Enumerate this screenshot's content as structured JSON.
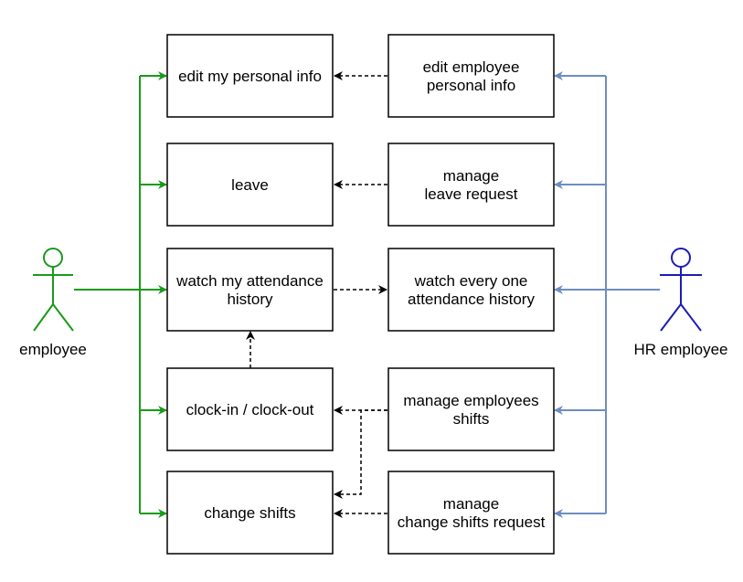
{
  "colors": {
    "employee": "#1a9a1a",
    "hr": "#6c8ebf",
    "hr_actor": "#1c1cb4",
    "dependency": "#000000",
    "box_border": "#000000"
  },
  "actors": {
    "employee": {
      "label": "employee",
      "icon": "stick-figure-icon"
    },
    "hr": {
      "label": "HR employee",
      "icon": "stick-figure-icon"
    }
  },
  "employee_use_cases": [
    {
      "lines": [
        "edit my personal info"
      ]
    },
    {
      "lines": [
        "leave"
      ]
    },
    {
      "lines": [
        "watch my attendance",
        "history"
      ]
    },
    {
      "lines": [
        "clock-in / clock-out"
      ]
    },
    {
      "lines": [
        "change shifts"
      ]
    }
  ],
  "hr_use_cases": [
    {
      "lines": [
        "edit employee",
        "personal info"
      ]
    },
    {
      "lines": [
        "manage",
        "leave request"
      ]
    },
    {
      "lines": [
        "watch every one",
        "attendance history"
      ]
    },
    {
      "lines": [
        "manage employees",
        "shifts"
      ]
    },
    {
      "lines": [
        "manage",
        "change shifts request"
      ]
    }
  ]
}
